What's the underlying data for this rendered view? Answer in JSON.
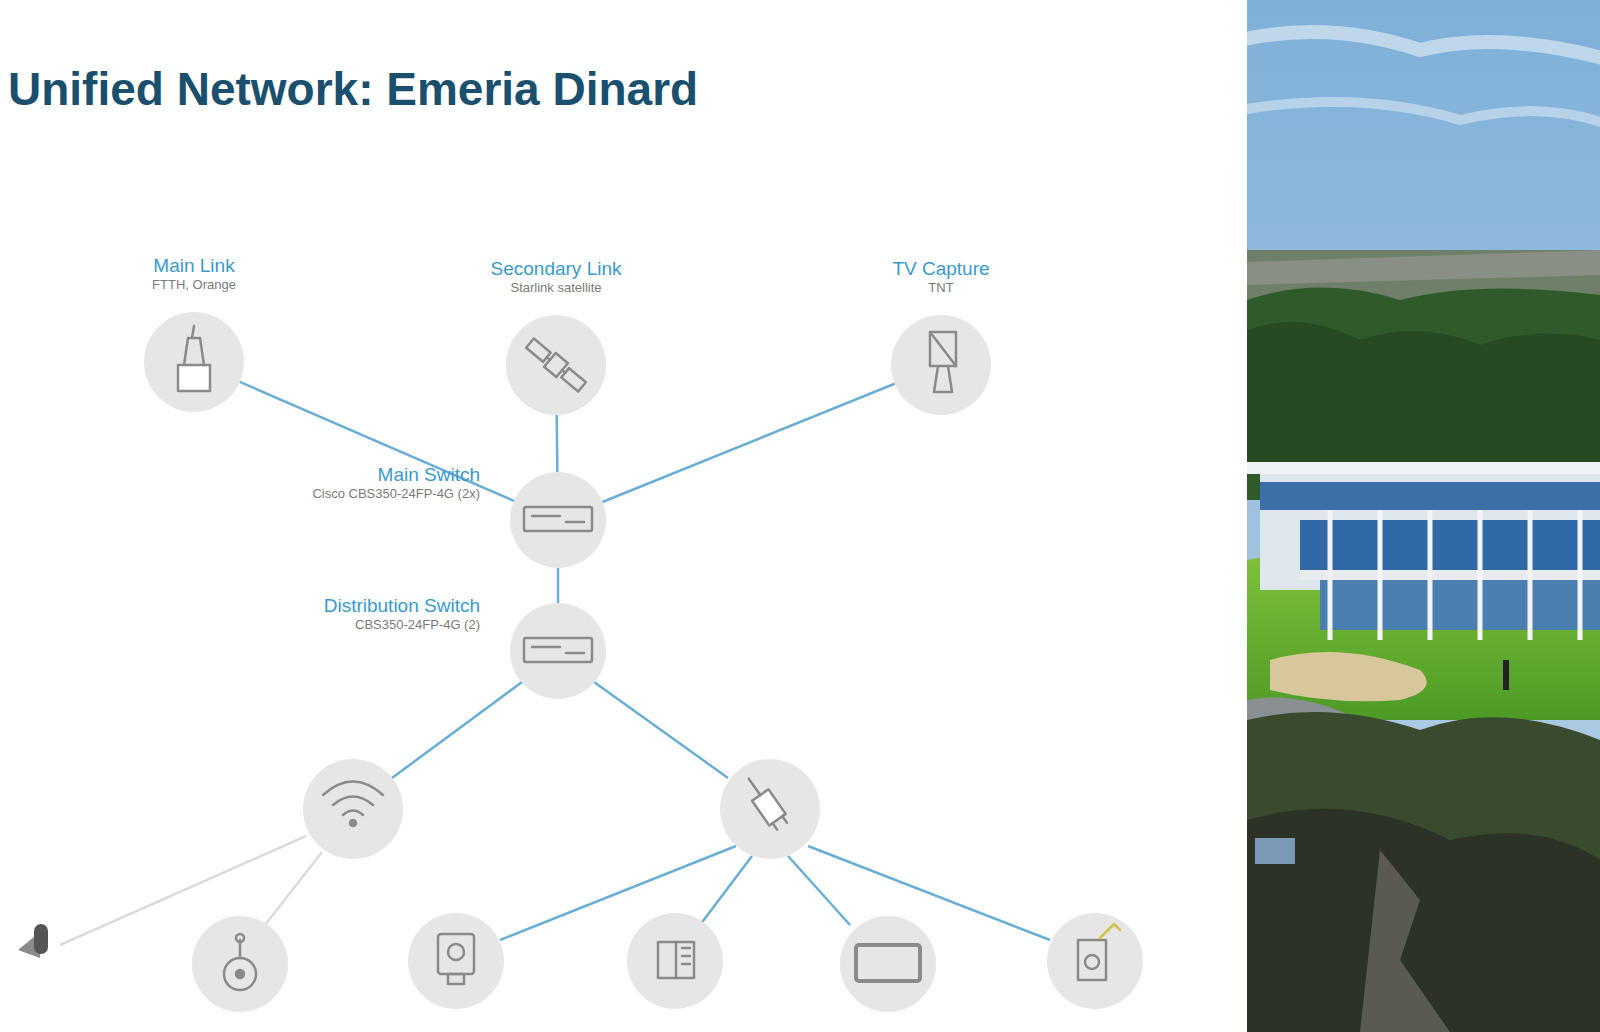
{
  "diagram": {
    "title": "Unified Network: Emeria Dinard",
    "nodes": [
      {
        "text": [
          "Main Link",
          "FTTH, Orange"
        ]
      },
      {
        "text": [
          "Secondary Link",
          "Starlink satellite"
        ]
      },
      {
        "text": [
          "TV Capture",
          "TNT"
        ]
      },
      {
        "text": [
          "Main Switch",
          "Cisco CBS350-24FP-4G (2x)"
        ]
      },
      {
        "text": [
          "Distribution Switch",
          "CBS350-24FP-4G (2)"
        ]
      }
    ],
    "edges": [
      {
        "from": 0,
        "to": 3,
        "arrow": "none"
      },
      {
        "from": 1,
        "to": 3,
        "arrow": "none"
      },
      {
        "from": 2,
        "to": 3,
        "arrow": "none"
      },
      {
        "from": 3,
        "to": 4,
        "arrow": "none"
      }
    ]
  }
}
